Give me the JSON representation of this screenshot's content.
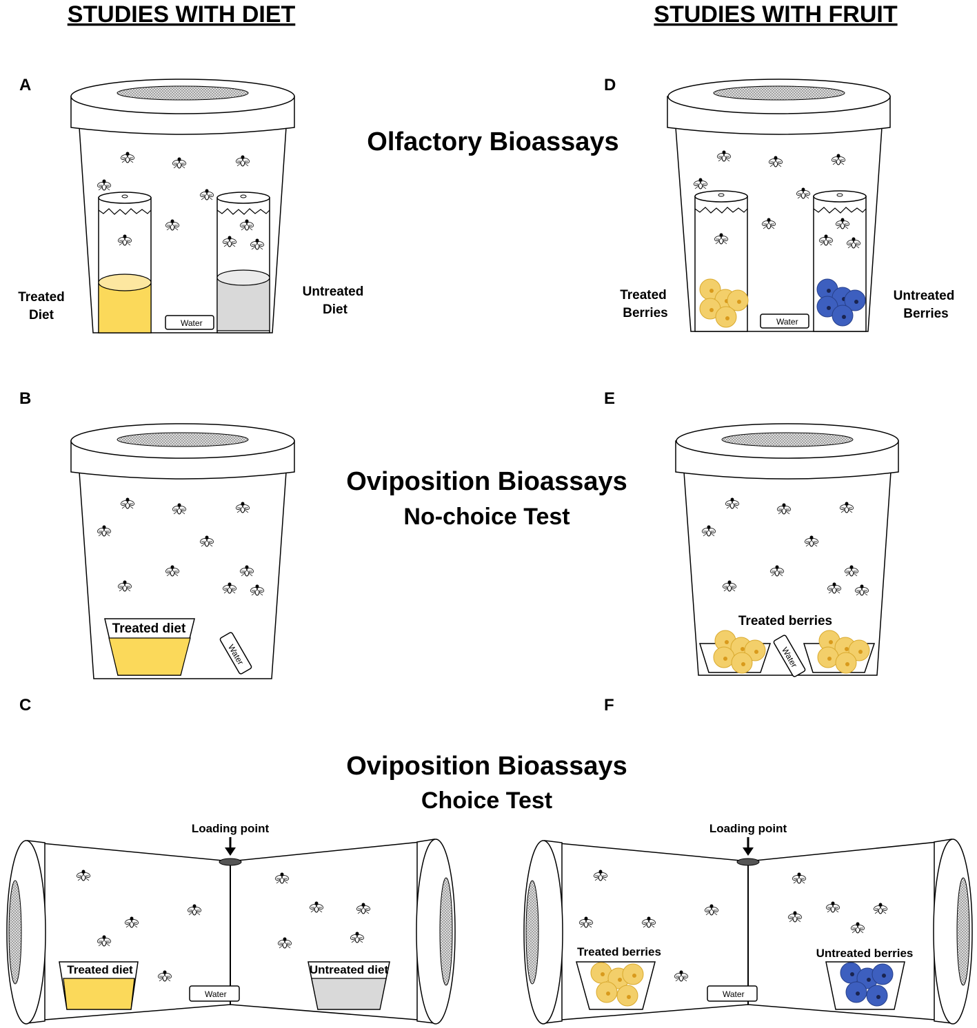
{
  "columns": {
    "left_title": "STUDIES WITH DIET",
    "right_title": "STUDIES WITH FRUIT"
  },
  "panels": {
    "A": "A",
    "B": "B",
    "C": "C",
    "D": "D",
    "E": "E",
    "F": "F"
  },
  "sections": {
    "olfactory": "Olfactory Bioassays",
    "oviposition_nochoice_1": "Oviposition Bioassays",
    "oviposition_nochoice_2": "No-choice Test",
    "oviposition_choice_1": "Oviposition Bioassays",
    "oviposition_choice_2": "Choice Test"
  },
  "labels": {
    "treated_diet_a_1": "Treated",
    "treated_diet_a_2": "Diet",
    "untreated_diet_a_1": "Untreated",
    "untreated_diet_a_2": "Diet",
    "treated_berries_d_1": "Treated",
    "treated_berries_d_2": "Berries",
    "untreated_berries_d_1": "Untreated",
    "untreated_berries_d_2": "Berries",
    "treated_diet_b": "Treated diet",
    "treated_berries_e": "Treated berries",
    "loading_point_c": "Loading point",
    "loading_point_f": "Loading point",
    "treated_diet_c": "Treated diet",
    "untreated_diet_c": "Untreated diet",
    "treated_berries_f": "Treated berries",
    "untreated_berries_f": "Untreated berries",
    "water": "Water"
  },
  "colors": {
    "treated": "#fbd95a",
    "untreated_diet": "#d9d9d9",
    "berry_yellow": "#f3cf6a",
    "berry_blue": "#3d5fbf",
    "mesh": "#9a9a9a"
  }
}
